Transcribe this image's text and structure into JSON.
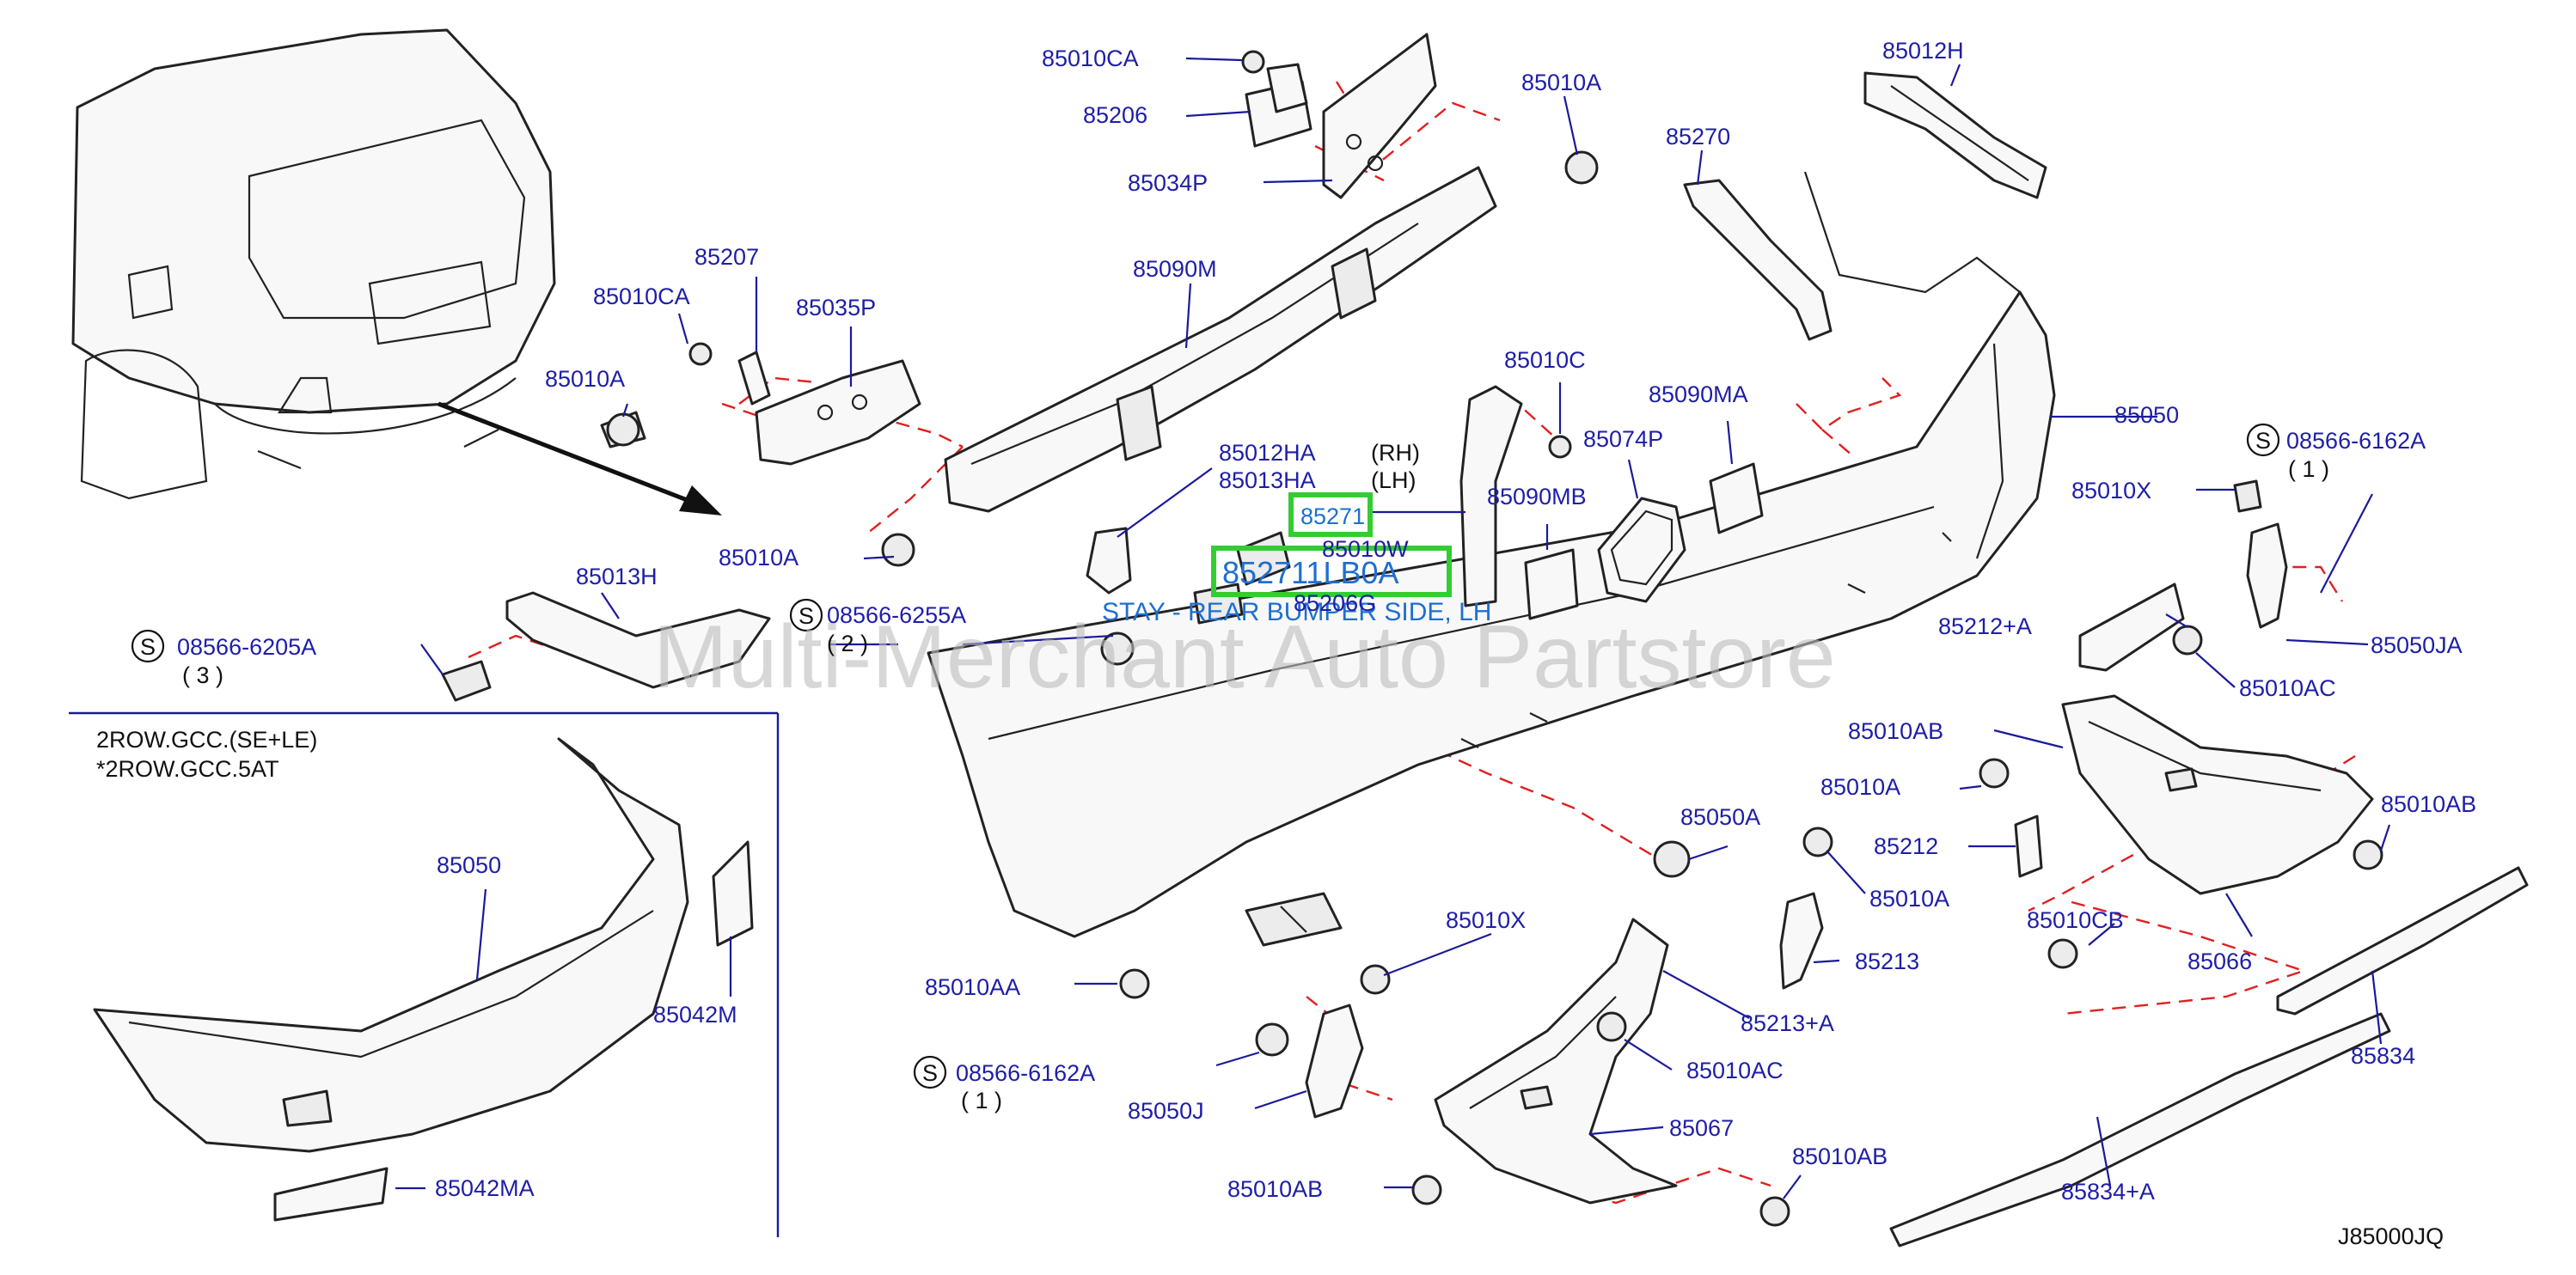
{
  "diagram": {
    "code": "J85000JQ",
    "watermark": "Multi-Merchant Auto Partstore",
    "notes": [
      "2ROW.GCC.(SE+LE)",
      "*2ROW.GCC.5AT"
    ],
    "highlights": {
      "part": "85271",
      "number": "852711LB0A",
      "description": "STAY - REAR BUMPER SIDE, LH"
    },
    "side_marks": {
      "rh": "(RH)",
      "lh": "(LH)"
    },
    "symbol": "S",
    "labels": {
      "p85010CA_top": "85010CA",
      "p85206": "85206",
      "p85034P": "85034P",
      "p85010A_top": "85010A",
      "p85012H": "85012H",
      "p85270": "85270",
      "p85207": "85207",
      "p85010CA_left": "85010CA",
      "p85035P": "85035P",
      "p85090M": "85090M",
      "p85010A_left": "85010A",
      "p85010C": "85010C",
      "p85090MA": "85090MA",
      "p85074P": "85074P",
      "p85050": "85050",
      "p85012HA": "85012HA",
      "p85013HA": "85013HA",
      "p85010W": "85010W",
      "p85090MB": "85090MB",
      "p85010A_mid": "85010A",
      "p85013H": "85013H",
      "p08566_6255A": "08566-6255A",
      "qty_6255A": "( 2 )",
      "p85206G": "85206G",
      "p08566_6205A": "08566-6205A",
      "qty_6205A": "( 3 )",
      "p08566_6162A_r": "08566-6162A",
      "qty_6162A_r": "( 1 )",
      "p85010X_r": "85010X",
      "p85212A": "85212+A",
      "p85050JA": "85050JA",
      "p85010AC_r": "85010AC",
      "p85010AB_r1": "85010AB",
      "p85010A_r": "85010A",
      "p85010AB_r2": "85010AB",
      "p85050A": "85050A",
      "p85212": "85212",
      "p85010A_r2": "85010A",
      "p85010CB": "85010CB",
      "p85066": "85066",
      "p85213": "85213",
      "p85010X_m": "85010X",
      "p85213A": "85213+A",
      "p85010AC_m": "85010AC",
      "p85010AA": "85010AA",
      "p08566_6162A_m": "08566-6162A",
      "qty_6162A_m": "( 1 )",
      "p85050J": "85050J",
      "p85067": "85067",
      "p85834": "85834",
      "p85834A": "85834+A",
      "p85010AB_b1": "85010AB",
      "p85010AB_b2": "85010AB",
      "p85050_inset": "85050",
      "p85042M": "85042M",
      "p85042MA": "85042MA"
    }
  }
}
